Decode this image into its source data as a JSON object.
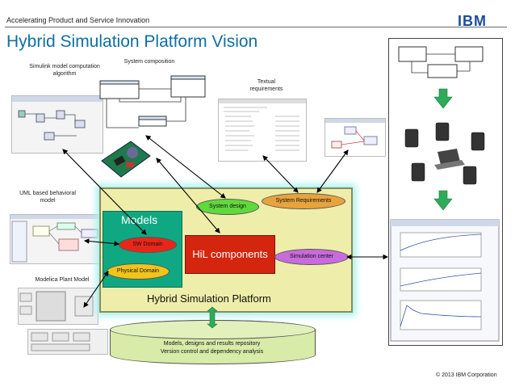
{
  "header": {
    "tagline": "Accelerating Product and Service Innovation",
    "logo": "IBM",
    "title": "Hybrid Simulation Platform Vision"
  },
  "labels": {
    "simulink": "Simulink model computation algorithm",
    "system_composition": "System composition",
    "textual_requirements": "Textual requirements",
    "uml": "UML based behavioral model",
    "modelica": "Modelica Plant Model"
  },
  "platform": {
    "name": "Hybrid Simulation Platform",
    "models_title": "Models",
    "sw_domain": "SW Domain",
    "physical_domain": "Physical Domain",
    "hil": "HiL components",
    "system_design": "System design",
    "system_requirements": "System Requirements",
    "simulation_center": "Simulation center"
  },
  "repository": {
    "line1": "Models, designs and results repository",
    "line2": "Version control and dependency analysis"
  },
  "footer": {
    "copyright": "© 2013 IBM Corporation"
  },
  "colors": {
    "title": "#0e6fa5",
    "platform_bg": "#eeeeaa",
    "models_bg": "#10a882",
    "hil_bg": "#d4250f",
    "sw_domain": "#e8271a",
    "physical_domain": "#f2c41a",
    "system_design": "#5fd93c",
    "system_requirements": "#e7a33c",
    "simulation_center": "#c86bdc",
    "repository": "#d8eba8",
    "arrow_green": "#2faa5a"
  }
}
